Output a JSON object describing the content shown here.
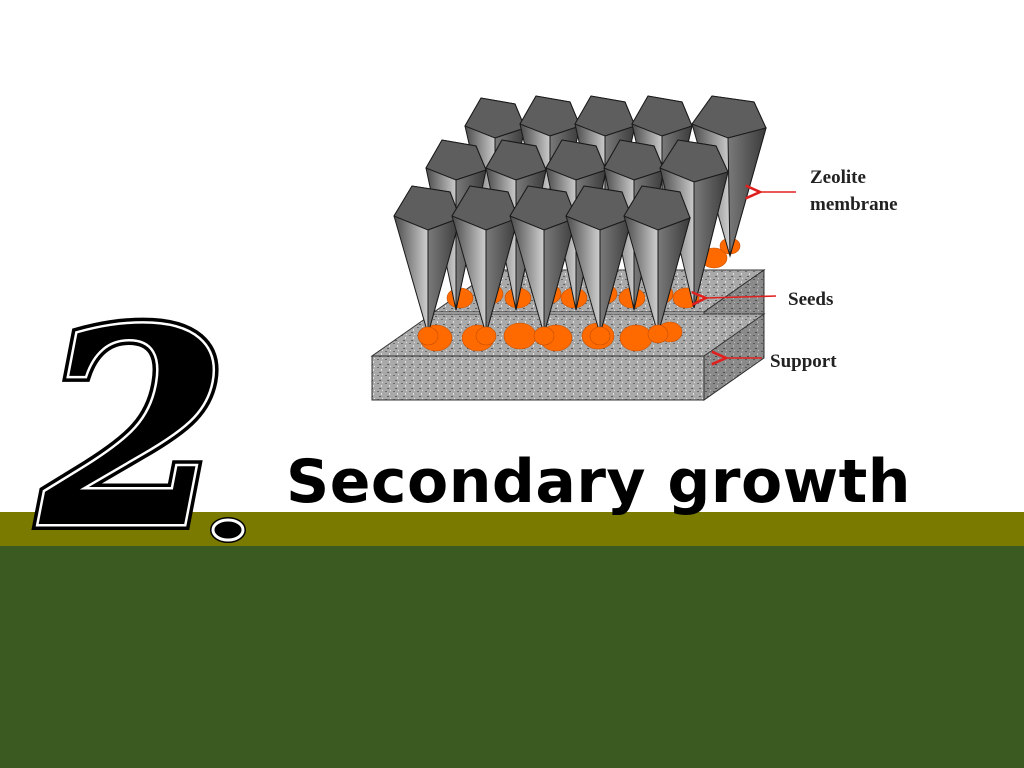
{
  "slide": {
    "number": "2.",
    "title": "Secondary growth"
  },
  "diagram": {
    "labels": {
      "zeolite": [
        "Zeolite",
        "membrane"
      ],
      "seeds": "Seeds",
      "support": "Support"
    },
    "colors": {
      "crystal": "#6e6e6e",
      "seed": "#ff6a00",
      "arrow": "#e0201e",
      "support": "#a8a8a8"
    }
  },
  "theme": {
    "band_olive": "#7a7a00",
    "footer_green": "#3b5a21"
  }
}
